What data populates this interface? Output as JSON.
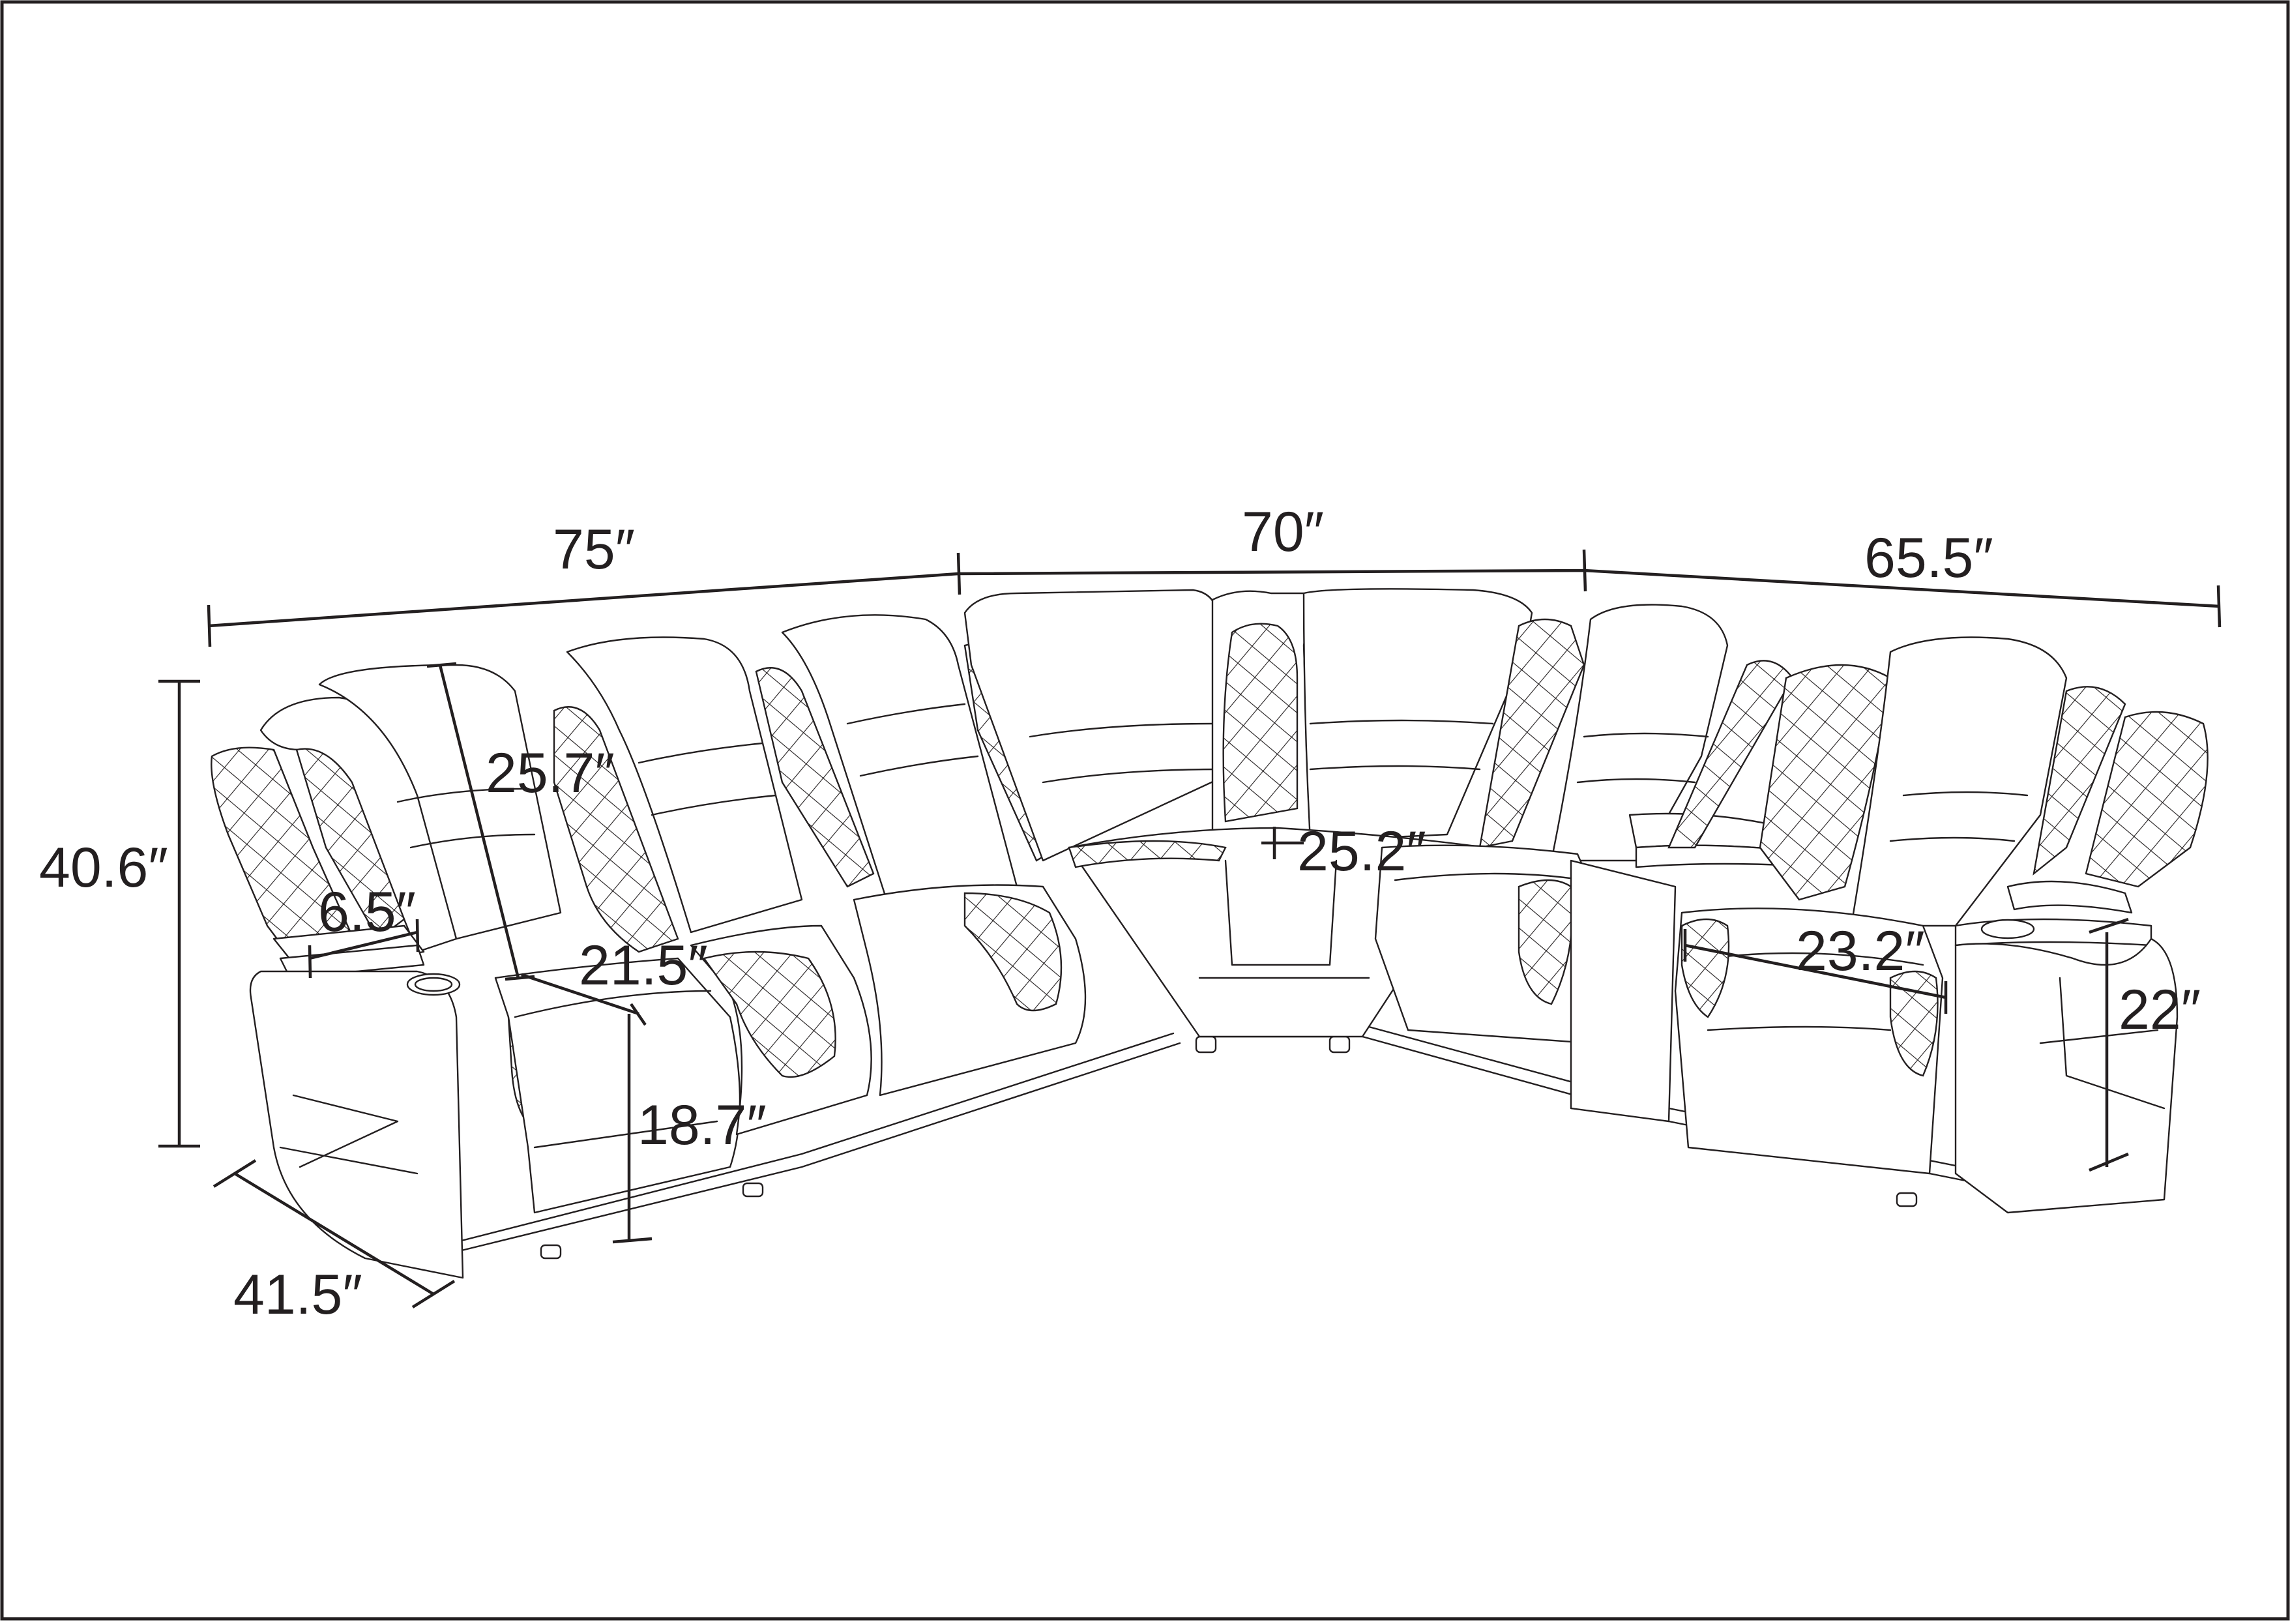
{
  "diagram": {
    "subject": "reclining sectional sofa line drawing with dimensions",
    "colors": {
      "line": "#231f20",
      "background": "#ffffff"
    },
    "dimensions": {
      "left_width": "75″",
      "middle_width": "70″",
      "right_width": "65.5″",
      "overall_height": "40.6″",
      "depth": "41.5″",
      "armrest_width": "6.5″",
      "backrest_height": "25.7″",
      "seat_width": "21.5″",
      "seat_height": "18.7″",
      "corner_seat_width": "25.2″",
      "right_seat_width": "23.2″",
      "arm_height": "22″"
    }
  }
}
